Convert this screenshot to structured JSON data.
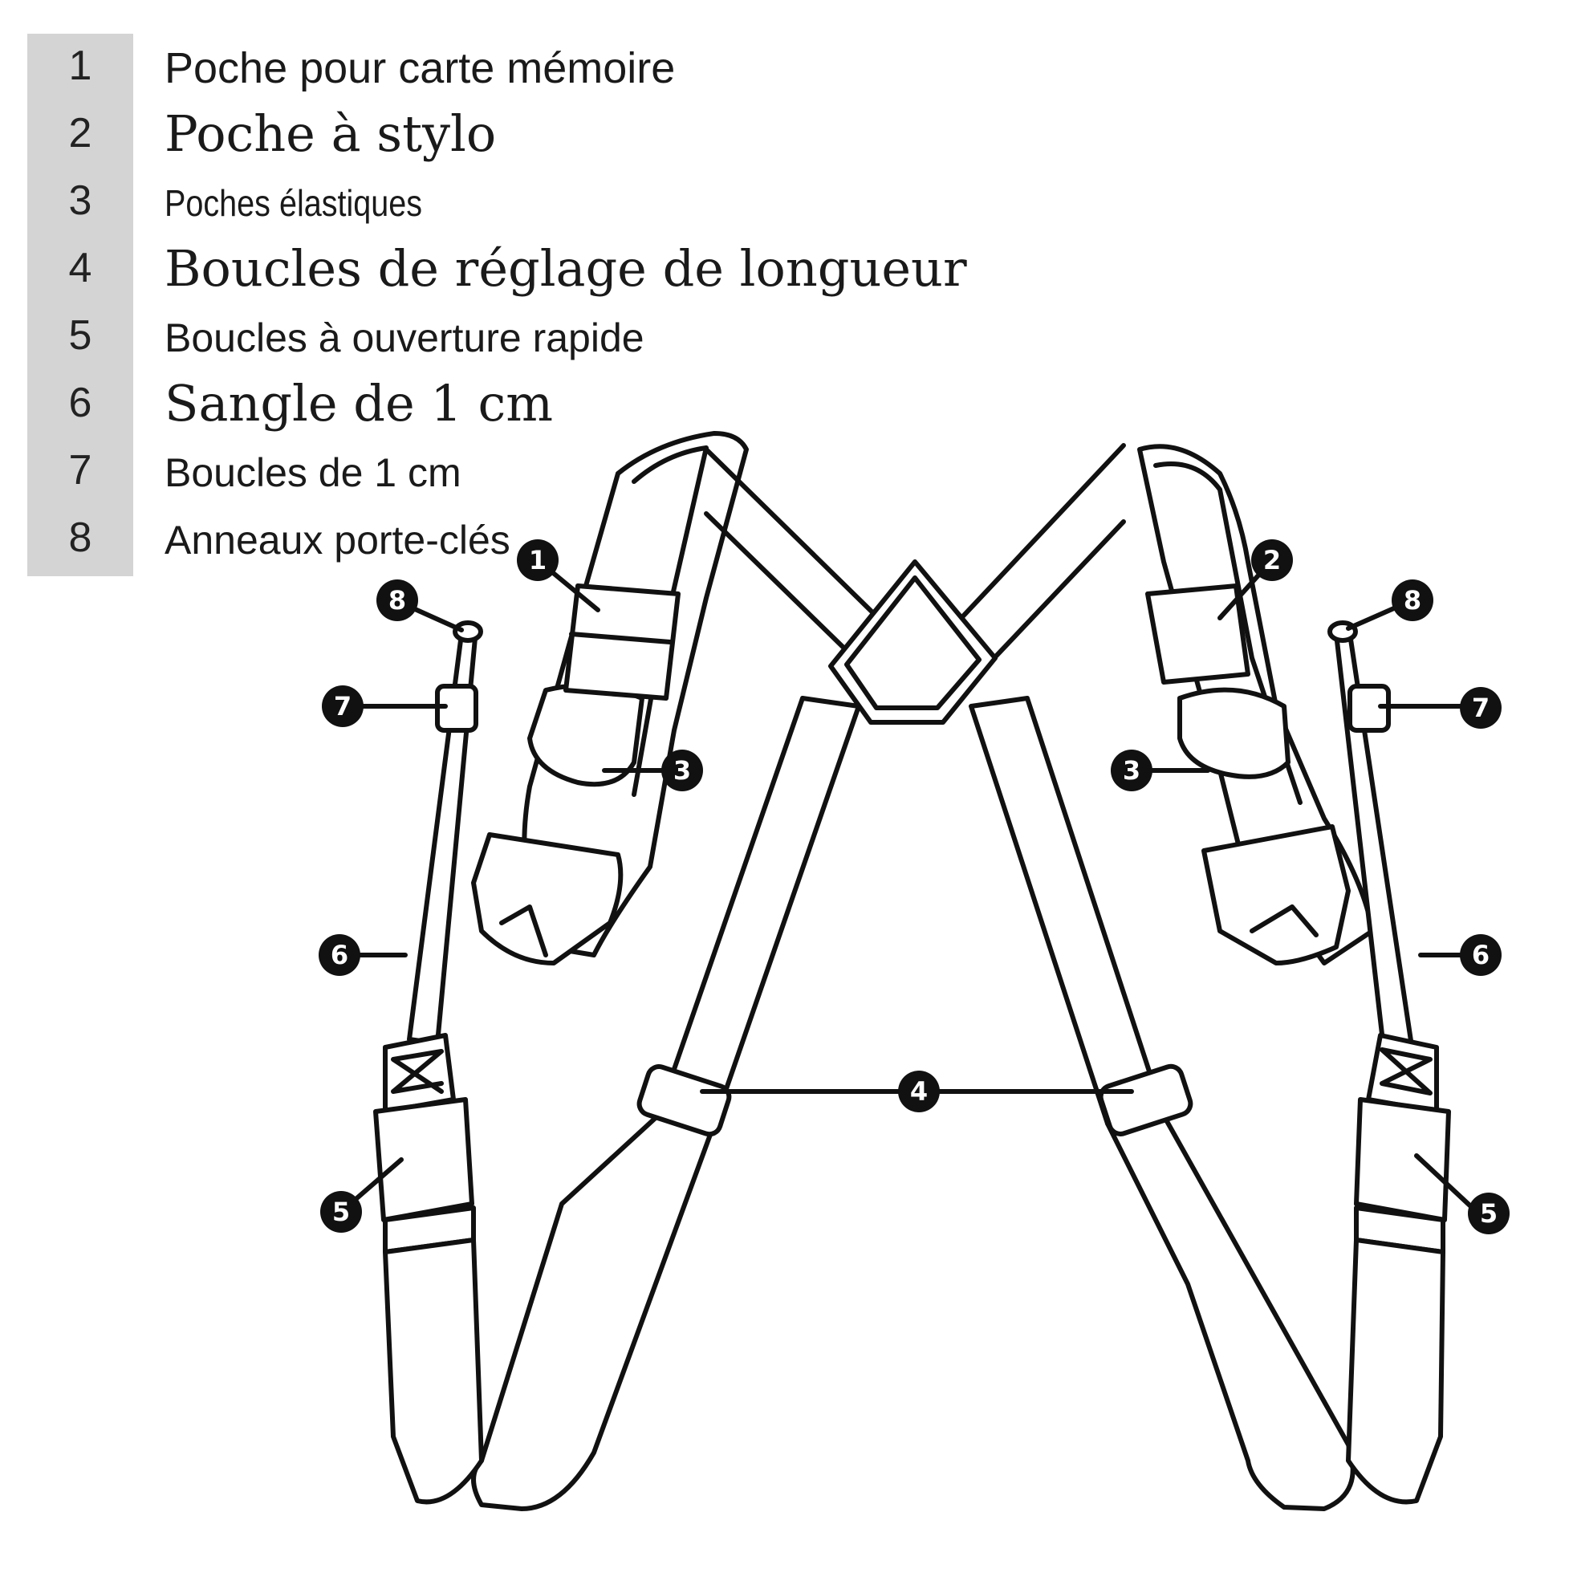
{
  "legend": [
    {
      "num": "1",
      "label": "Poche pour carte mémoire"
    },
    {
      "num": "2",
      "label": "Poche à stylo"
    },
    {
      "num": "3",
      "label": "Poches élastiques"
    },
    {
      "num": "4",
      "label": "Boucles de réglage de longueur"
    },
    {
      "num": "5",
      "label": "Boucles à ouverture rapide"
    },
    {
      "num": "6",
      "label": "Sangle de 1 cm"
    },
    {
      "num": "7",
      "label": "Boucles de 1 cm"
    },
    {
      "num": "8",
      "label": "Anneaux porte-clés"
    }
  ],
  "callouts": {
    "c1": "1",
    "c2": "2",
    "c3a": "3",
    "c3b": "3",
    "c4": "4",
    "c5a": "5",
    "c5b": "5",
    "c6a": "6",
    "c6b": "6",
    "c7a": "7",
    "c7b": "7",
    "c8a": "8",
    "c8b": "8"
  },
  "colors": {
    "legend_bar": "#d4d4d4",
    "ink": "#111111",
    "background": "#ffffff"
  }
}
